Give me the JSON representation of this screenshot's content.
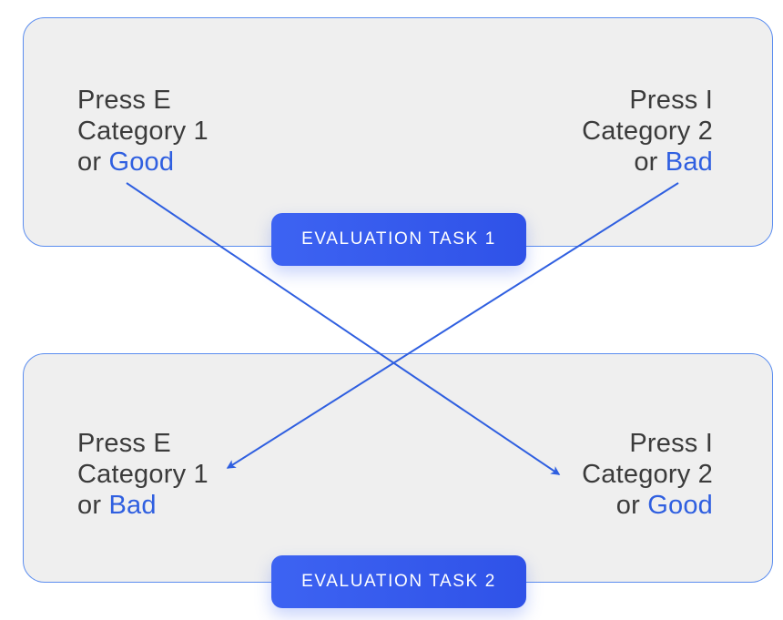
{
  "task1": {
    "label": "EVALUATION TASK 1",
    "left": {
      "press": "Press E",
      "category": "Category 1",
      "or": "or ",
      "word": "Good"
    },
    "right": {
      "press": "Press I",
      "category": "Category 2",
      "or": "or ",
      "word": "Bad"
    }
  },
  "task2": {
    "label": "EVALUATION TASK 2",
    "left": {
      "press": "Press E",
      "category": "Category 1",
      "or": "or ",
      "word": "Bad"
    },
    "right": {
      "press": "Press I",
      "category": "Category 2",
      "or": "or ",
      "word": "Good"
    }
  },
  "colors": {
    "accent": "#2f5fe0",
    "panel_bg": "#efefef",
    "panel_border": "#5b8def",
    "badge_bg": "#3d63f2",
    "text": "#3b3b3b"
  }
}
